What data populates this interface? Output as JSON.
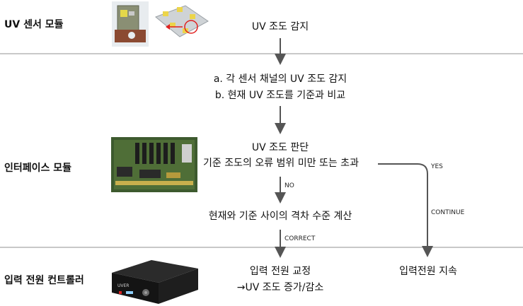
{
  "rows": {
    "sensor": "UV 센서 모듈",
    "interface": "인터페이스 모듈",
    "controller": "입력 전원 컨트롤러"
  },
  "steps": {
    "detect": "UV 조도 감지",
    "each_channel": "a. 각 센서 채널의 UV 조도 감지",
    "compare": "b. 현재 UV 조도를 기준과 비교",
    "judge_title": "UV 조도 판단",
    "judge_condition": "기준 조도의 오류 범위 미만 또는 초과",
    "calc": "현재와 기준 사이의 격차 수준 계산",
    "correct_line1": "입력 전원 교정",
    "correct_line2": "→UV 조도 증가/감소",
    "continue": "입력전원 지속"
  },
  "edge_labels": {
    "no": "NO",
    "yes": "YES",
    "continue": "CONTINUE",
    "correct": "CORRECT"
  },
  "images": {
    "device_brand": "UVER"
  }
}
